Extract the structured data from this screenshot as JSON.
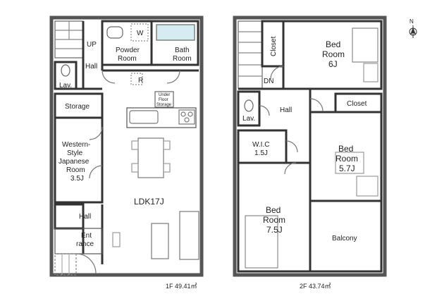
{
  "floor1": {
    "rooms": {
      "up": "UP",
      "powder1": "Powder",
      "powder2": "Room",
      "w": "W",
      "bath1": "Bath",
      "bath2": "Room",
      "hall_top": "Hall",
      "lav": "Lav.",
      "r": "R",
      "under1": "Under",
      "under2": "Floor",
      "under3": "Storage",
      "storage": "Storage",
      "western1": "Western-",
      "western2": "Style",
      "western3": "Japanese",
      "western4": "Room",
      "western5": "3.5J",
      "ldk": "LDK17J",
      "hall_bottom": "Hall",
      "ent1": "Ent",
      "ent2": "rance"
    },
    "area": "1F 49.41㎡"
  },
  "floor2": {
    "rooms": {
      "closet_left": "Closet",
      "bed6_1": "Bed",
      "bed6_2": "Room",
      "bed6_3": "6J",
      "dn": "DN",
      "hall": "Hall",
      "lav": "Lav.",
      "closet_right": "Closet",
      "wic1": "W.I.C",
      "wic2": "1.5J",
      "bed57_1": "Bed",
      "bed57_2": "Room",
      "bed57_3": "5.7J",
      "bed75_1": "Bed",
      "bed75_2": "Room",
      "bed75_3": "7.5J",
      "balcony": "Balcony"
    },
    "area": "2F 43.74㎡"
  },
  "compass": "N"
}
